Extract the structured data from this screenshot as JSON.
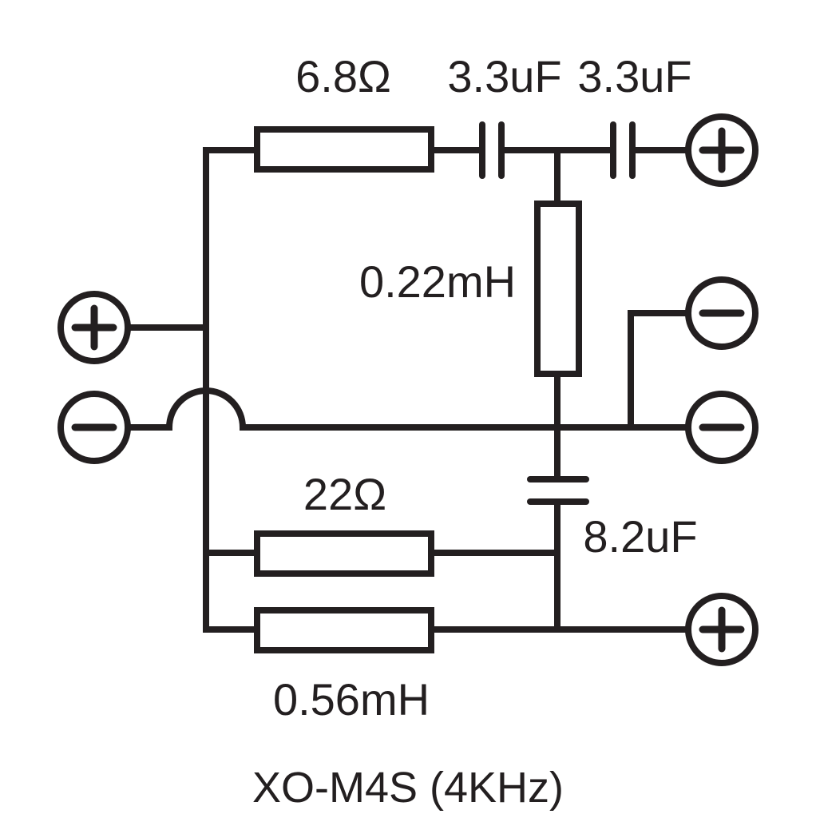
{
  "components": {
    "r1_label": "6.8Ω",
    "c1_label": "3.3uF",
    "c2_label": "3.3uF",
    "l1_label": "0.22mH",
    "r2_label": "22Ω",
    "c3_label": "8.2uF",
    "l2_label": "0.56mH"
  },
  "title": "XO-M4S (4KHz)",
  "terminals": {
    "input_pos": "+",
    "input_neg": "−",
    "tweeter_pos": "+",
    "tweeter_neg": "−",
    "woofer_neg": "−",
    "woofer_pos": "+"
  },
  "colors": {
    "ink": "#231f20",
    "background": "#ffffff"
  }
}
